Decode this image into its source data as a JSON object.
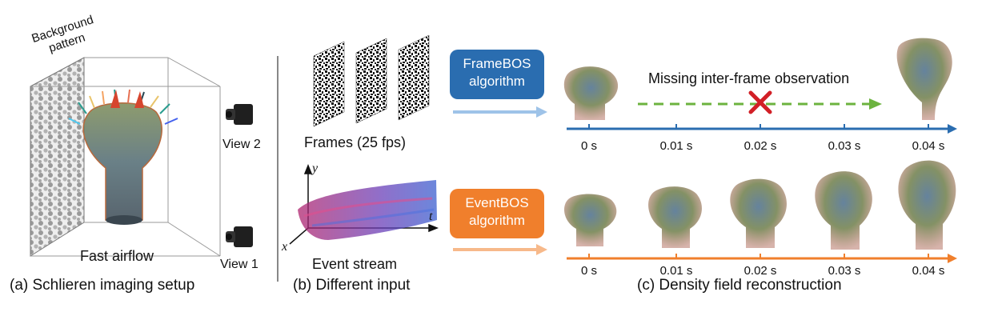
{
  "setup": {
    "background_label": "Background pattern",
    "airflow_label": "Fast airflow",
    "view1_label": "View 1",
    "view2_label": "View 2",
    "caption": "(a) Schlieren imaging setup"
  },
  "input": {
    "frames_label": "Frames (25 fps)",
    "event_label": "Event stream",
    "axis_x": "x",
    "axis_y": "y",
    "axis_t": "t",
    "caption": "(b) Different input"
  },
  "reconstruction": {
    "frame_algo_line1": "FrameBOS",
    "frame_algo_line2": "algorithm",
    "event_algo_line1": "EventBOS",
    "event_algo_line2": "algorithm",
    "missing_label": "Missing inter-frame observation",
    "times": [
      "0 s",
      "0.01 s",
      "0.02 s",
      "0.03 s",
      "0.04 s"
    ],
    "caption": "(c) Density field reconstruction"
  },
  "colors": {
    "frame_blue": "#2a6db0",
    "event_orange": "#f07f2c",
    "missing_green": "#6cb33f",
    "cross_red": "#d21f26"
  }
}
